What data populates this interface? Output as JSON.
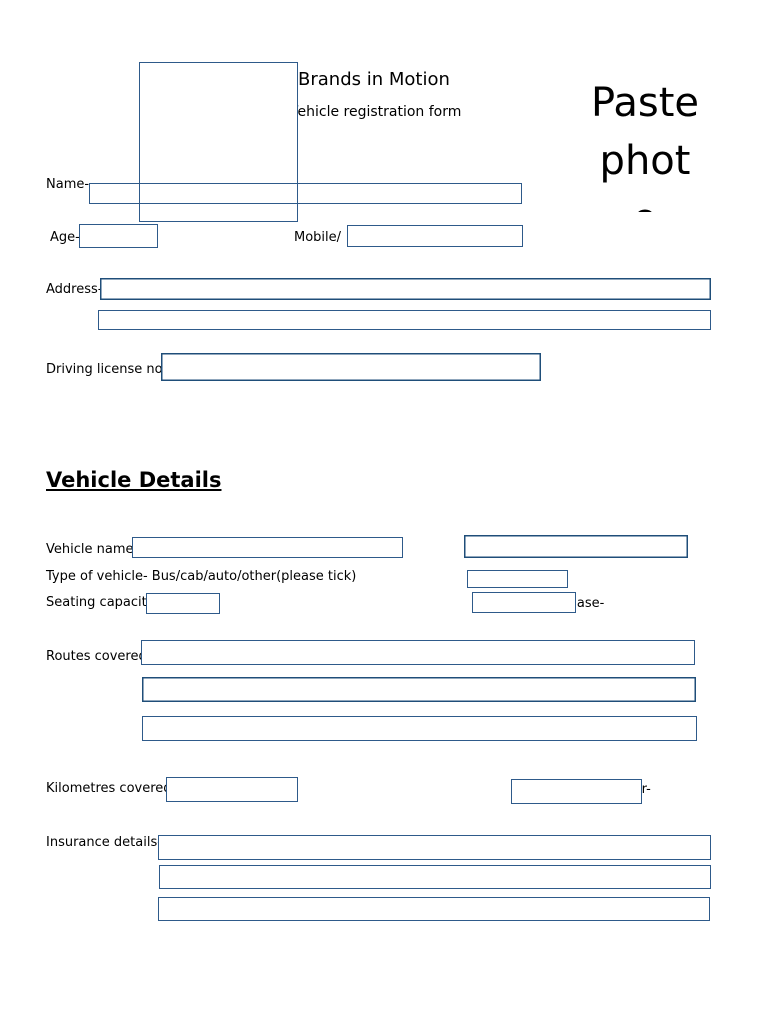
{
  "header": {
    "title": "Brands in Motion",
    "subtitle": "Vehicle registration form",
    "photo_placeholder": "Paste photo"
  },
  "personal": {
    "name_label": "Name-",
    "age_label": "Age-",
    "mobile_label": "Mobile/",
    "address_label": "Address-",
    "license_label": "Driving license no-"
  },
  "vehicle": {
    "section_title": "Vehicle Details",
    "name_label": "Vehicle name-",
    "type_label": "Type of vehicle- Bus/cab/auto/other(please tick)",
    "seating_label": "Seating capacity-",
    "base_label": "Base-",
    "routes_label": "Routes covered-",
    "km_label": "Kilometres covered-",
    "km_right_label": "Other-",
    "insurance_label": "Insurance details-"
  },
  "colors": {
    "field_border": "#2e5a8a",
    "background": "#ffffff"
  }
}
